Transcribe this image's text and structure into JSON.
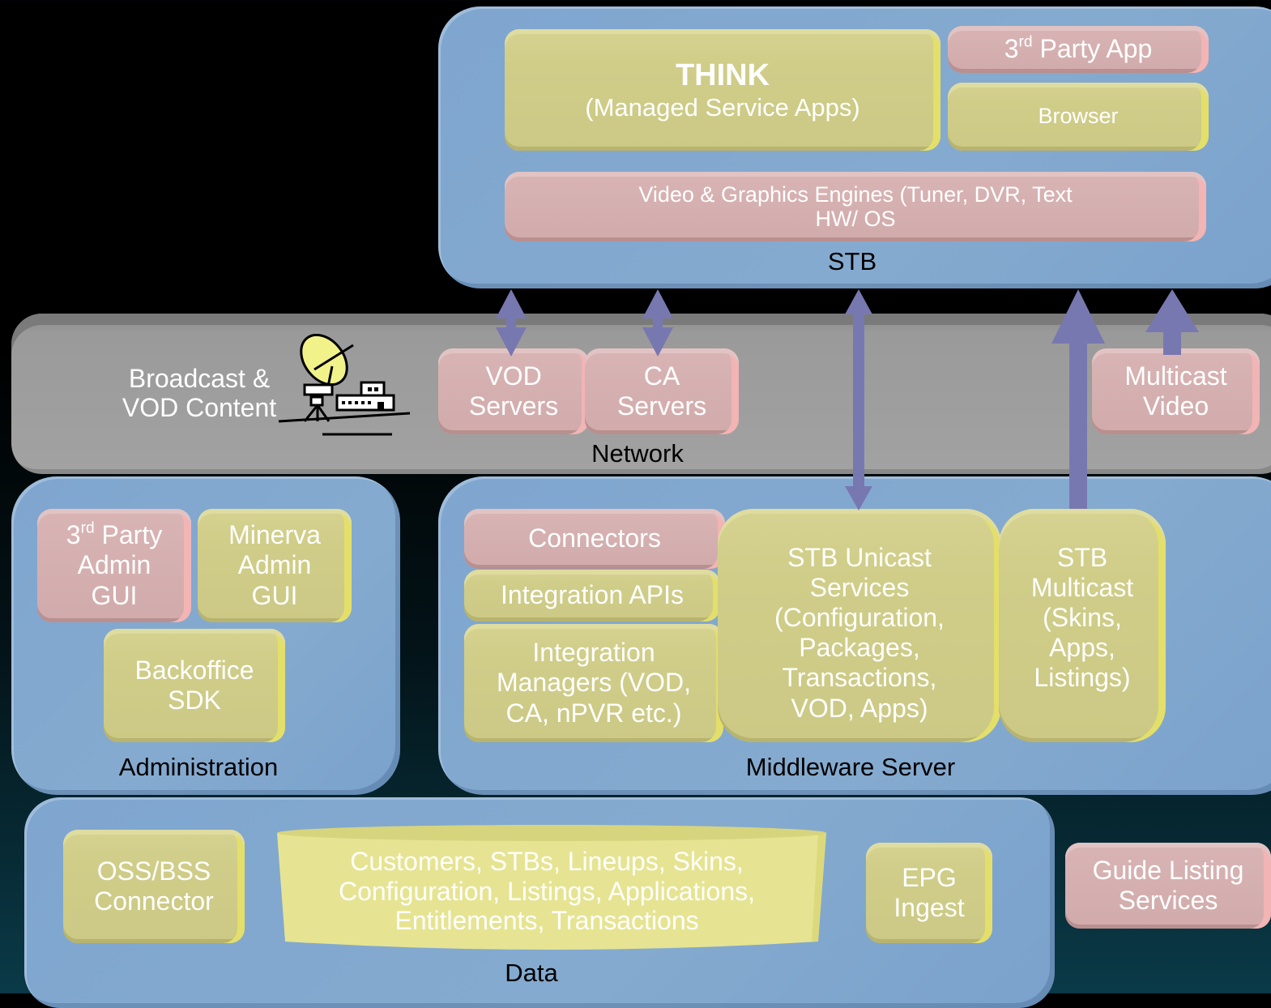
{
  "layers": {
    "stb": "STB",
    "network": "Network",
    "administration": "Administration",
    "middleware": "Middleware Server",
    "data": "Data"
  },
  "stb": {
    "think_title": "THINK",
    "think_subtitle": "(Managed Service Apps)",
    "third_party_app_prefix": "3",
    "third_party_app_sup": "rd",
    "third_party_app_rest": " Party App",
    "browser": "Browser",
    "engines_line1": "Video & Graphics Engines (Tuner, DVR, Text",
    "engines_line2": "HW/ OS"
  },
  "network": {
    "broadcast_line1": "Broadcast &",
    "broadcast_line2": "VOD Content",
    "vod_line1": "VOD",
    "vod_line2": "Servers",
    "ca_line1": "CA",
    "ca_line2": "Servers",
    "multicast_line1": "Multicast",
    "multicast_line2": "Video"
  },
  "administration": {
    "third_party_prefix": "3",
    "third_party_sup": "rd",
    "third_party_rest": " Party",
    "third_party_line2": "Admin",
    "third_party_line3": "GUI",
    "minerva_line1": "Minerva",
    "minerva_line2": "Admin",
    "minerva_line3": "GUI",
    "backoffice_line1": "Backoffice",
    "backoffice_line2": "SDK"
  },
  "middleware": {
    "connectors": "Connectors",
    "integration_apis": "Integration APIs",
    "managers_line1": "Integration",
    "managers_line2": "Managers (VOD,",
    "managers_line3": "CA, nPVR etc.)",
    "unicast_line1": "STB Unicast",
    "unicast_line2": "Services",
    "unicast_line3": "(Configuration,",
    "unicast_line4": "Packages,",
    "unicast_line5": "Transactions,",
    "unicast_line6": "VOD, Apps)",
    "multicast_line1": "STB",
    "multicast_line2": "Multicast",
    "multicast_line3": "(Skins,",
    "multicast_line4": "Apps,",
    "multicast_line5": "Listings)"
  },
  "data": {
    "oss_line1": "OSS/BSS",
    "oss_line2": "Connector",
    "db_line1": "Customers, STBs, Lineups, Skins,",
    "db_line2": "Configuration, Listings, Applications,",
    "db_line3": "Entitlements, Transactions",
    "epg_line1": "EPG",
    "epg_line2": "Ingest"
  },
  "external": {
    "guide_line1": "Guide Listing",
    "guide_line2": "Services"
  },
  "colors": {
    "layer_blue": "#84a9ce",
    "network_gray": "#a0a0a0",
    "box_yellow": "#cfcd88",
    "box_pink": "#d4aeae",
    "arrow": "#7878b0",
    "text_white": "#ffffff",
    "text_black": "#000000"
  },
  "icons": [
    "satellite-dish-icon"
  ]
}
